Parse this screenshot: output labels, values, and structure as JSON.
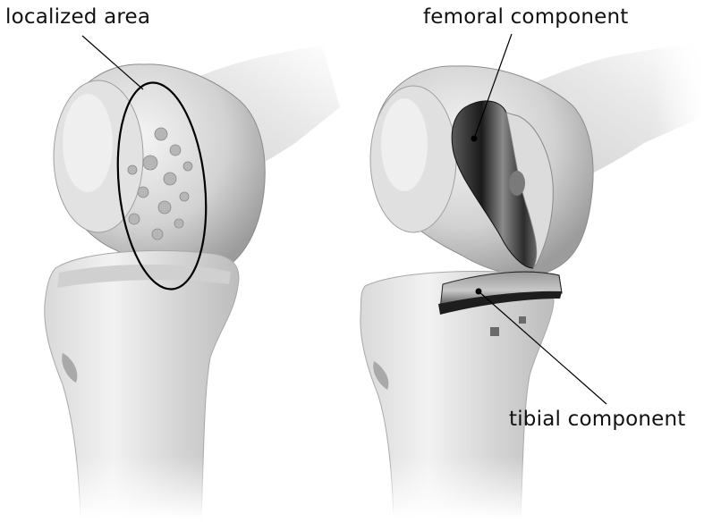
{
  "labels": {
    "localized_area": "localized area",
    "femoral_component": "femoral component",
    "tibial_component": "tibial component"
  },
  "colors": {
    "bone_light": "#ececec",
    "bone_mid": "#c8c8c8",
    "bone_dark": "#9a9a9a",
    "implant_dark": "#2a2a2a",
    "outline": "#111111"
  }
}
